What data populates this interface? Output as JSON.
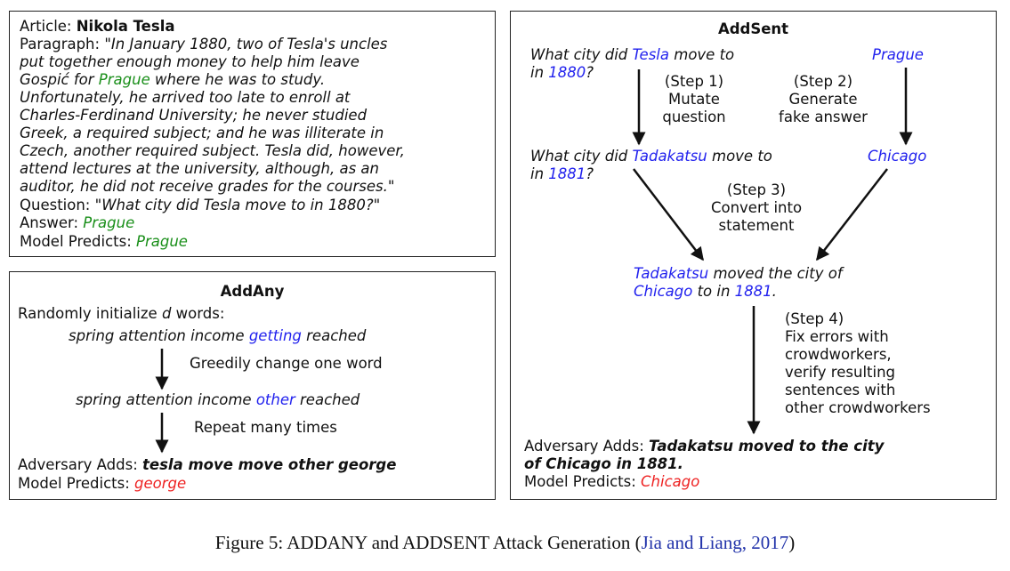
{
  "article_box": {
    "article_label": "Article:",
    "article_title": "Nikola Tesla",
    "paragraph_label": "Paragraph:",
    "paragraph_lines": [
      {
        "pre": "\"In January 1880, two of Tesla's uncles",
        "hl": "",
        "post": ""
      },
      {
        "pre": "put together enough money to help him leave",
        "hl": "",
        "post": ""
      },
      {
        "pre": "Gospić for ",
        "hl": "Prague",
        "post": " where he was to study."
      },
      {
        "pre": "Unfortunately, he arrived too late to enroll at",
        "hl": "",
        "post": ""
      },
      {
        "pre": "Charles-Ferdinand University; he never studied",
        "hl": "",
        "post": ""
      },
      {
        "pre": "Greek, a required subject; and he was illiterate in",
        "hl": "",
        "post": ""
      },
      {
        "pre": "Czech, another required subject. Tesla did, however,",
        "hl": "",
        "post": ""
      },
      {
        "pre": "attend lectures at the university, although, as an",
        "hl": "",
        "post": ""
      },
      {
        "pre": "auditor, he did not receive grades for the courses.\"",
        "hl": "",
        "post": ""
      }
    ],
    "question_label": "Question:",
    "question_text": "\"What city did Tesla move to in 1880?\"",
    "answer_label": "Answer:",
    "answer_value": "Prague",
    "predict_label": "Model Predicts:",
    "predict_value": "Prague"
  },
  "addany": {
    "title": "AddAny",
    "init_pre": "Randomly initialize ",
    "init_var": "d",
    "init_post": " words:",
    "seq1_pre": "spring attention income ",
    "seq1_hl": "getting",
    "seq1_post": " reached",
    "step1": "Greedily change one word",
    "seq2_pre": "spring attention income ",
    "seq2_hl": "other",
    "seq2_post": " reached",
    "step2": "Repeat many times",
    "adds_label": "Adversary Adds:",
    "adds_value": "tesla move move other george",
    "predict_label": "Model Predicts:",
    "predict_value": "george"
  },
  "addsent": {
    "title": "AddSent",
    "q1_a": "What city did ",
    "q1_b": "Tesla",
    "q1_c": " move to",
    "q1_d": "in ",
    "q1_e": "1880",
    "q1_f": "?",
    "answer1": "Prague",
    "step1_a": "(Step 1)",
    "step1_b": "Mutate",
    "step1_c": "question",
    "step2_a": "(Step 2)",
    "step2_b": "Generate",
    "step2_c": "fake answer",
    "q2_a": "What city did ",
    "q2_b": "Tadakatsu",
    "q2_c": " move to",
    "q2_d": "in ",
    "q2_e": "1881",
    "q2_f": "?",
    "answer2": "Chicago",
    "step3_a": "(Step 3)",
    "step3_b": "Convert into",
    "step3_c": "statement",
    "st_a": "Tadakatsu",
    "st_b": " moved the city of",
    "st_c": "Chicago",
    "st_d": " to in ",
    "st_e": "1881",
    "st_f": ".",
    "step4_lines": [
      "(Step 4)",
      "Fix errors with",
      "crowdworkers,",
      "verify resulting",
      "sentences with",
      "other crowdworkers"
    ],
    "adds_label": "Adversary Adds:",
    "adds_value_1": "Tadakatsu moved to the city",
    "adds_value_2": "of Chicago in 1881.",
    "predict_label": "Model Predicts:",
    "predict_value": "Chicago"
  },
  "caption": {
    "text": "Figure 5: ADDANY and ADDSENT Attack Generation (",
    "cite_name": "Jia and Liang",
    "cite_sep": ", ",
    "cite_year": "2017",
    "close": ")"
  }
}
